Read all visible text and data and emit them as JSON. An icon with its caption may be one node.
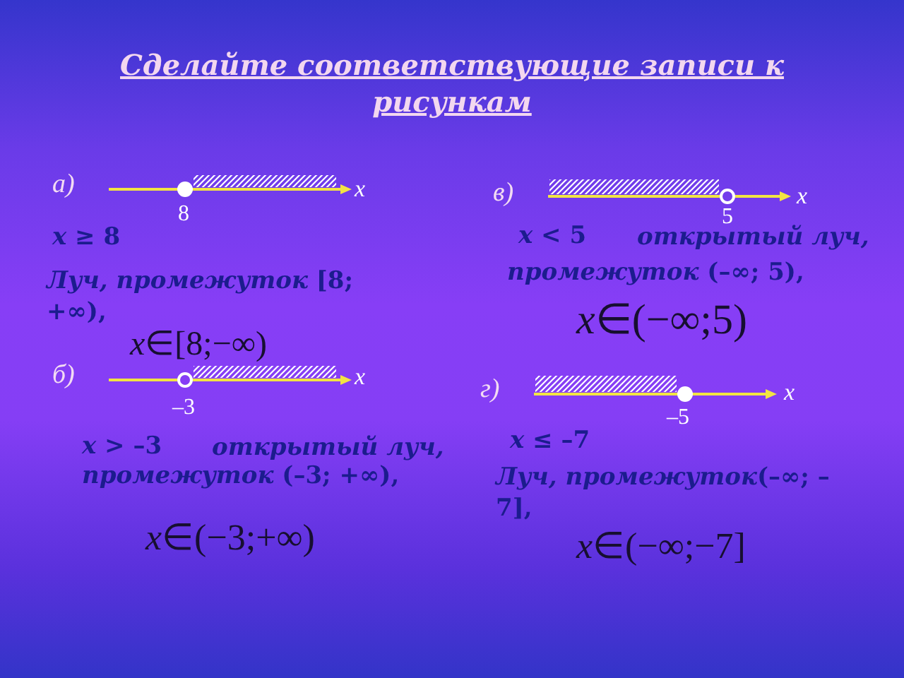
{
  "diagram": {
    "title": "Сделайте соответствующие записи к рисункам",
    "labels": [
      "а)",
      "x",
      "8",
      "*x* ≥ 8",
      "*Луч, промежуток* [8; +∞),",
      "*x*∈[8;−∞)",
      "в)",
      "x",
      "5",
      "*x* < 5",
      "открытый луч,",
      "*промежуток* (–∞; 5),",
      "*x*∈(−∞;5)",
      "б)",
      "x",
      "–3",
      "*x* > –3",
      "открытый луч,",
      "*промежуток* (–3; +∞),",
      "*x*∈(−3;+∞)",
      "г)",
      "x",
      "–5",
      "*x* ≤ –7",
      "*Луч, промежуток*(–∞; –7],",
      "*x*∈(−∞;−7]"
    ]
  }
}
